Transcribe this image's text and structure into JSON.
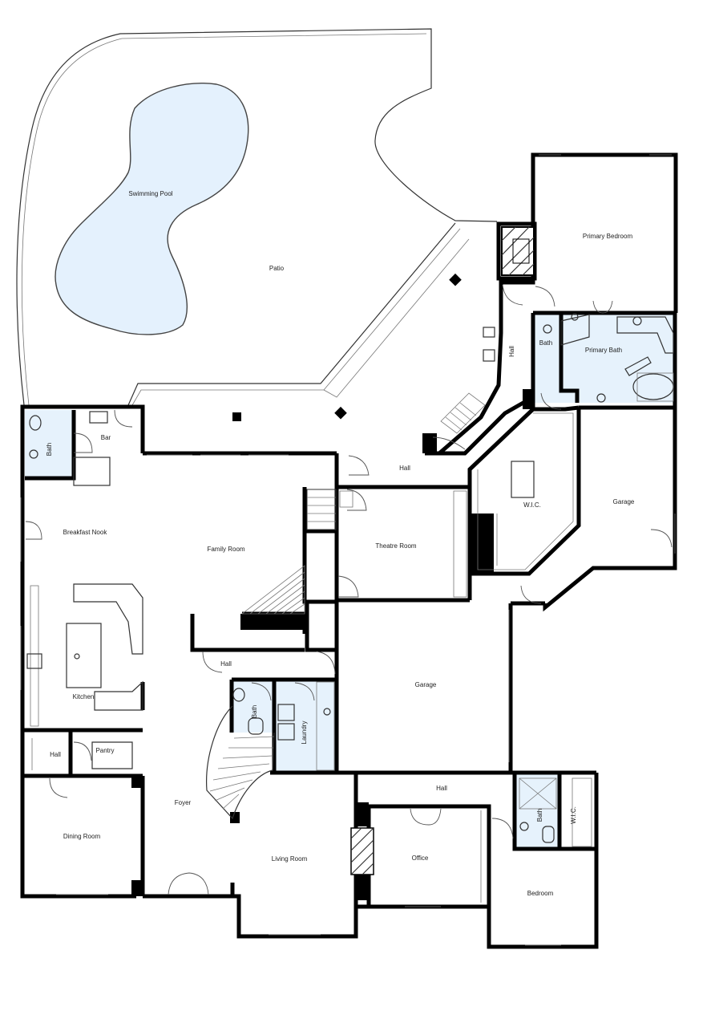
{
  "plan": {
    "rooms": {
      "swimming_pool": "Swimming Pool",
      "patio": "Patio",
      "primary_bedroom": "Primary Bedroom",
      "hall_east": "Hall",
      "bath_primary_toilet": "Bath",
      "primary_bath": "Primary Bath",
      "bath_bar": "Bath",
      "bar": "Bar",
      "hall_north": "Hall",
      "breakfast_nook": "Breakfast Nook",
      "family_room": "Family Room",
      "theatre_room": "Theatre Room",
      "wic_primary": "W.I.C.",
      "garage_east": "Garage",
      "kitchen": "Kitchen",
      "hall_center": "Hall",
      "bath_center": "Bath",
      "laundry": "Laundry",
      "garage_center": "Garage",
      "hall_west": "Hall",
      "pantry": "Pantry",
      "hall_south": "Hall",
      "bath_south": "Bath",
      "wic_south": "W.I.C.",
      "dining_room": "Dining Room",
      "foyer": "Foyer",
      "living_room": "Living Room",
      "office": "Office",
      "bedroom": "Bedroom"
    },
    "colors": {
      "wall": "#000000",
      "wet_area": "#e6f2fc",
      "pool_water": "#e4f1fd"
    }
  }
}
